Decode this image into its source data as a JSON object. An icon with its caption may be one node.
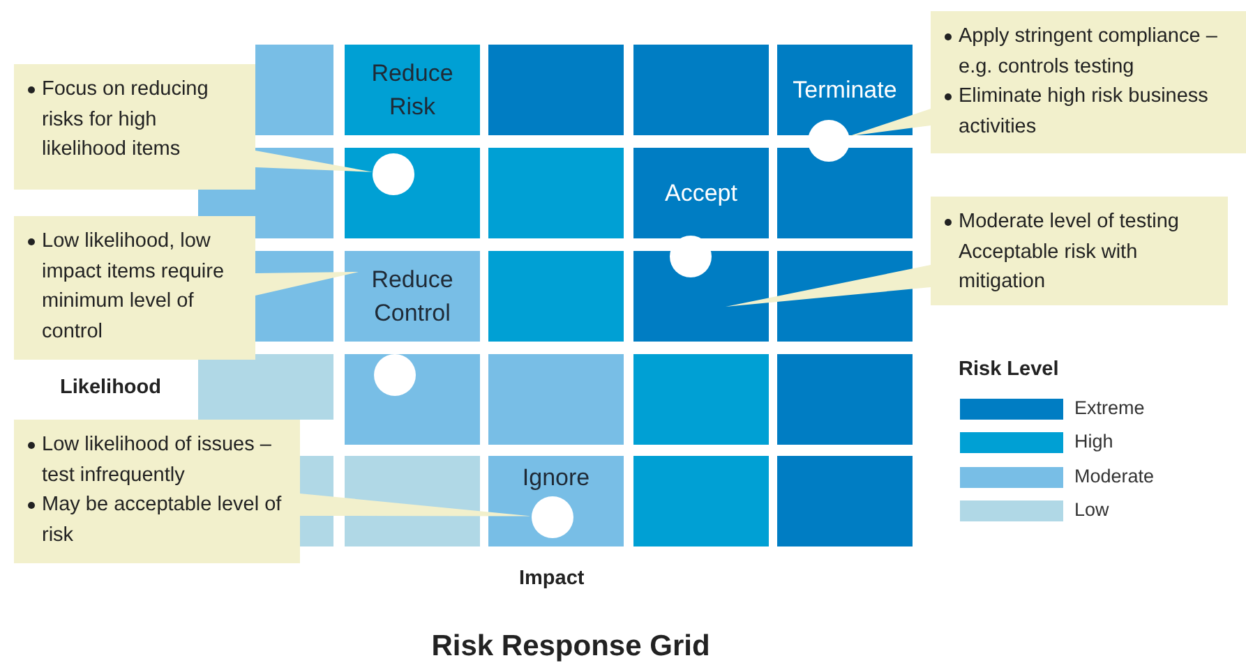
{
  "diagram": {
    "title": "Risk Response Grid",
    "nodes": [
      {
        "text": [],
        "shape": "box"
      },
      {
        "text": [
          "Reduce Risk"
        ]
      },
      {
        "text": [],
        "shape": "box"
      },
      {
        "text": [],
        "shape": "box"
      },
      {
        "text": [
          "Terminate"
        ]
      },
      {
        "text": [],
        "shape": "box"
      },
      {
        "text": [],
        "shape": "box"
      },
      {
        "text": [],
        "shape": "box"
      },
      {
        "text": [
          "Accept"
        ]
      },
      {
        "text": [],
        "shape": "box"
      },
      {
        "text": [],
        "shape": "box"
      },
      {
        "text": [
          "Reduce Control"
        ]
      },
      {
        "text": [],
        "shape": "box"
      },
      {
        "text": [],
        "shape": "box"
      },
      {
        "text": [],
        "shape": "box"
      },
      {
        "text": [],
        "shape": "box"
      },
      {
        "text": [],
        "shape": "box"
      },
      {
        "text": [],
        "shape": "box"
      },
      {
        "text": [],
        "shape": "box"
      },
      {
        "text": [],
        "shape": "box"
      },
      {
        "text": [],
        "shape": "box"
      },
      {
        "text": [],
        "shape": "box"
      },
      {
        "text": [
          "Ignore"
        ]
      },
      {
        "text": [],
        "shape": "box"
      },
      {
        "text": [],
        "shape": "box"
      },
      {
        "text": [
          "Focus on reducing risks for high likelihood items"
        ]
      },
      {
        "text": [
          "Low likelihood, low impact items require minimum level of control"
        ]
      },
      {
        "text": [
          "Low likelihood of issues – test infrequently",
          "May be acceptable level of risk"
        ]
      },
      {
        "text": [
          "Apply stringent compliance – e.g. controls testing",
          "Eliminate high risk business activities"
        ]
      },
      {
        "text": [
          "Moderate level of testing",
          "Acceptable risk with mitigation"
        ]
      },
      {
        "text": [],
        "shape": "circle"
      },
      {
        "text": [],
        "shape": "circle",
        "in": 6
      },
      {
        "text": [],
        "shape": "circle"
      },
      {
        "text": [],
        "shape": "circle",
        "in": 16
      },
      {
        "text": [],
        "shape": "circle",
        "in": 22
      }
    ],
    "edges": [
      {
        "from": 25,
        "to": 31,
        "arrow": "none"
      },
      {
        "from": 26,
        "to": 11,
        "arrow": "none"
      },
      {
        "from": 27,
        "to": 34,
        "arrow": "none"
      },
      {
        "from": 28,
        "to": 30,
        "arrow": "none"
      },
      {
        "from": 29,
        "to": 13,
        "arrow": "none"
      }
    ],
    "labels": [
      "Likelihood",
      "Impact",
      "Risk Level"
    ],
    "legend": [
      {
        "text": "Extreme",
        "color": "#007dc3"
      },
      {
        "text": "High",
        "color": "#00a0d4"
      },
      {
        "text": "Moderate",
        "color": "#78bee6"
      },
      {
        "text": "Low",
        "color": "#b0d8e6"
      }
    ]
  }
}
